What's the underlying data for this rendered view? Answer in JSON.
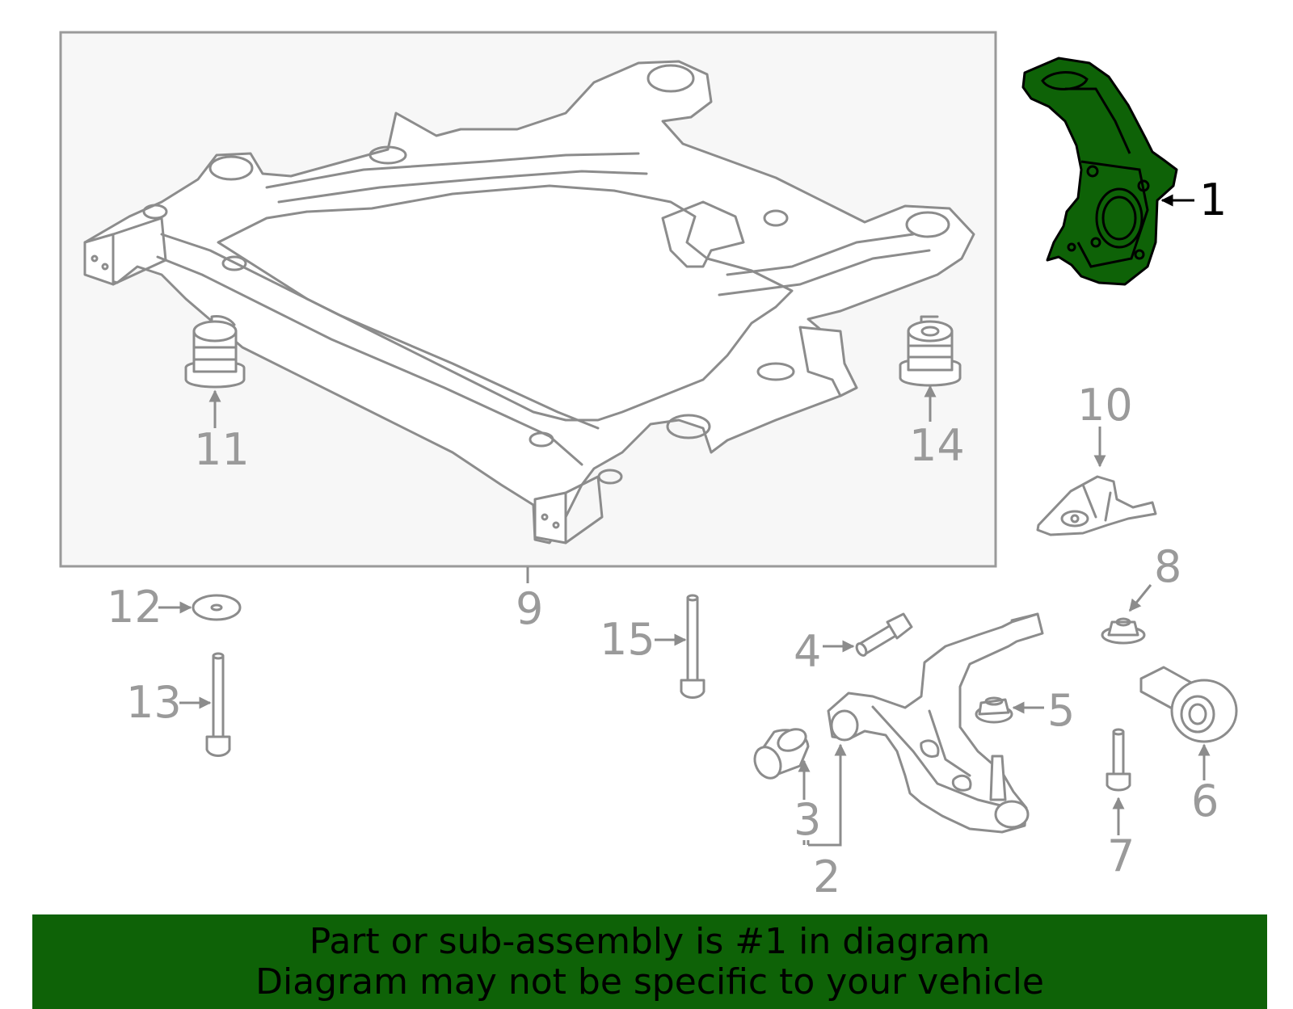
{
  "diagram": {
    "highlight_color": "#0e6207",
    "line_color": "#8c8c8c",
    "frame_fill": "#f7f7f7",
    "highlighted_part": "1",
    "callouts": {
      "c1": "1",
      "c2": "2",
      "c3": "3",
      "c4": "4",
      "c5": "5",
      "c6": "6",
      "c7": "7",
      "c8": "8",
      "c9": "9",
      "c10": "10",
      "c11": "11",
      "c12": "12",
      "c13": "13",
      "c14": "14",
      "c15": "15"
    }
  },
  "banner": {
    "line1": "Part or sub-assembly is #1 in diagram",
    "line2": "Diagram may not be specific to your vehicle"
  }
}
